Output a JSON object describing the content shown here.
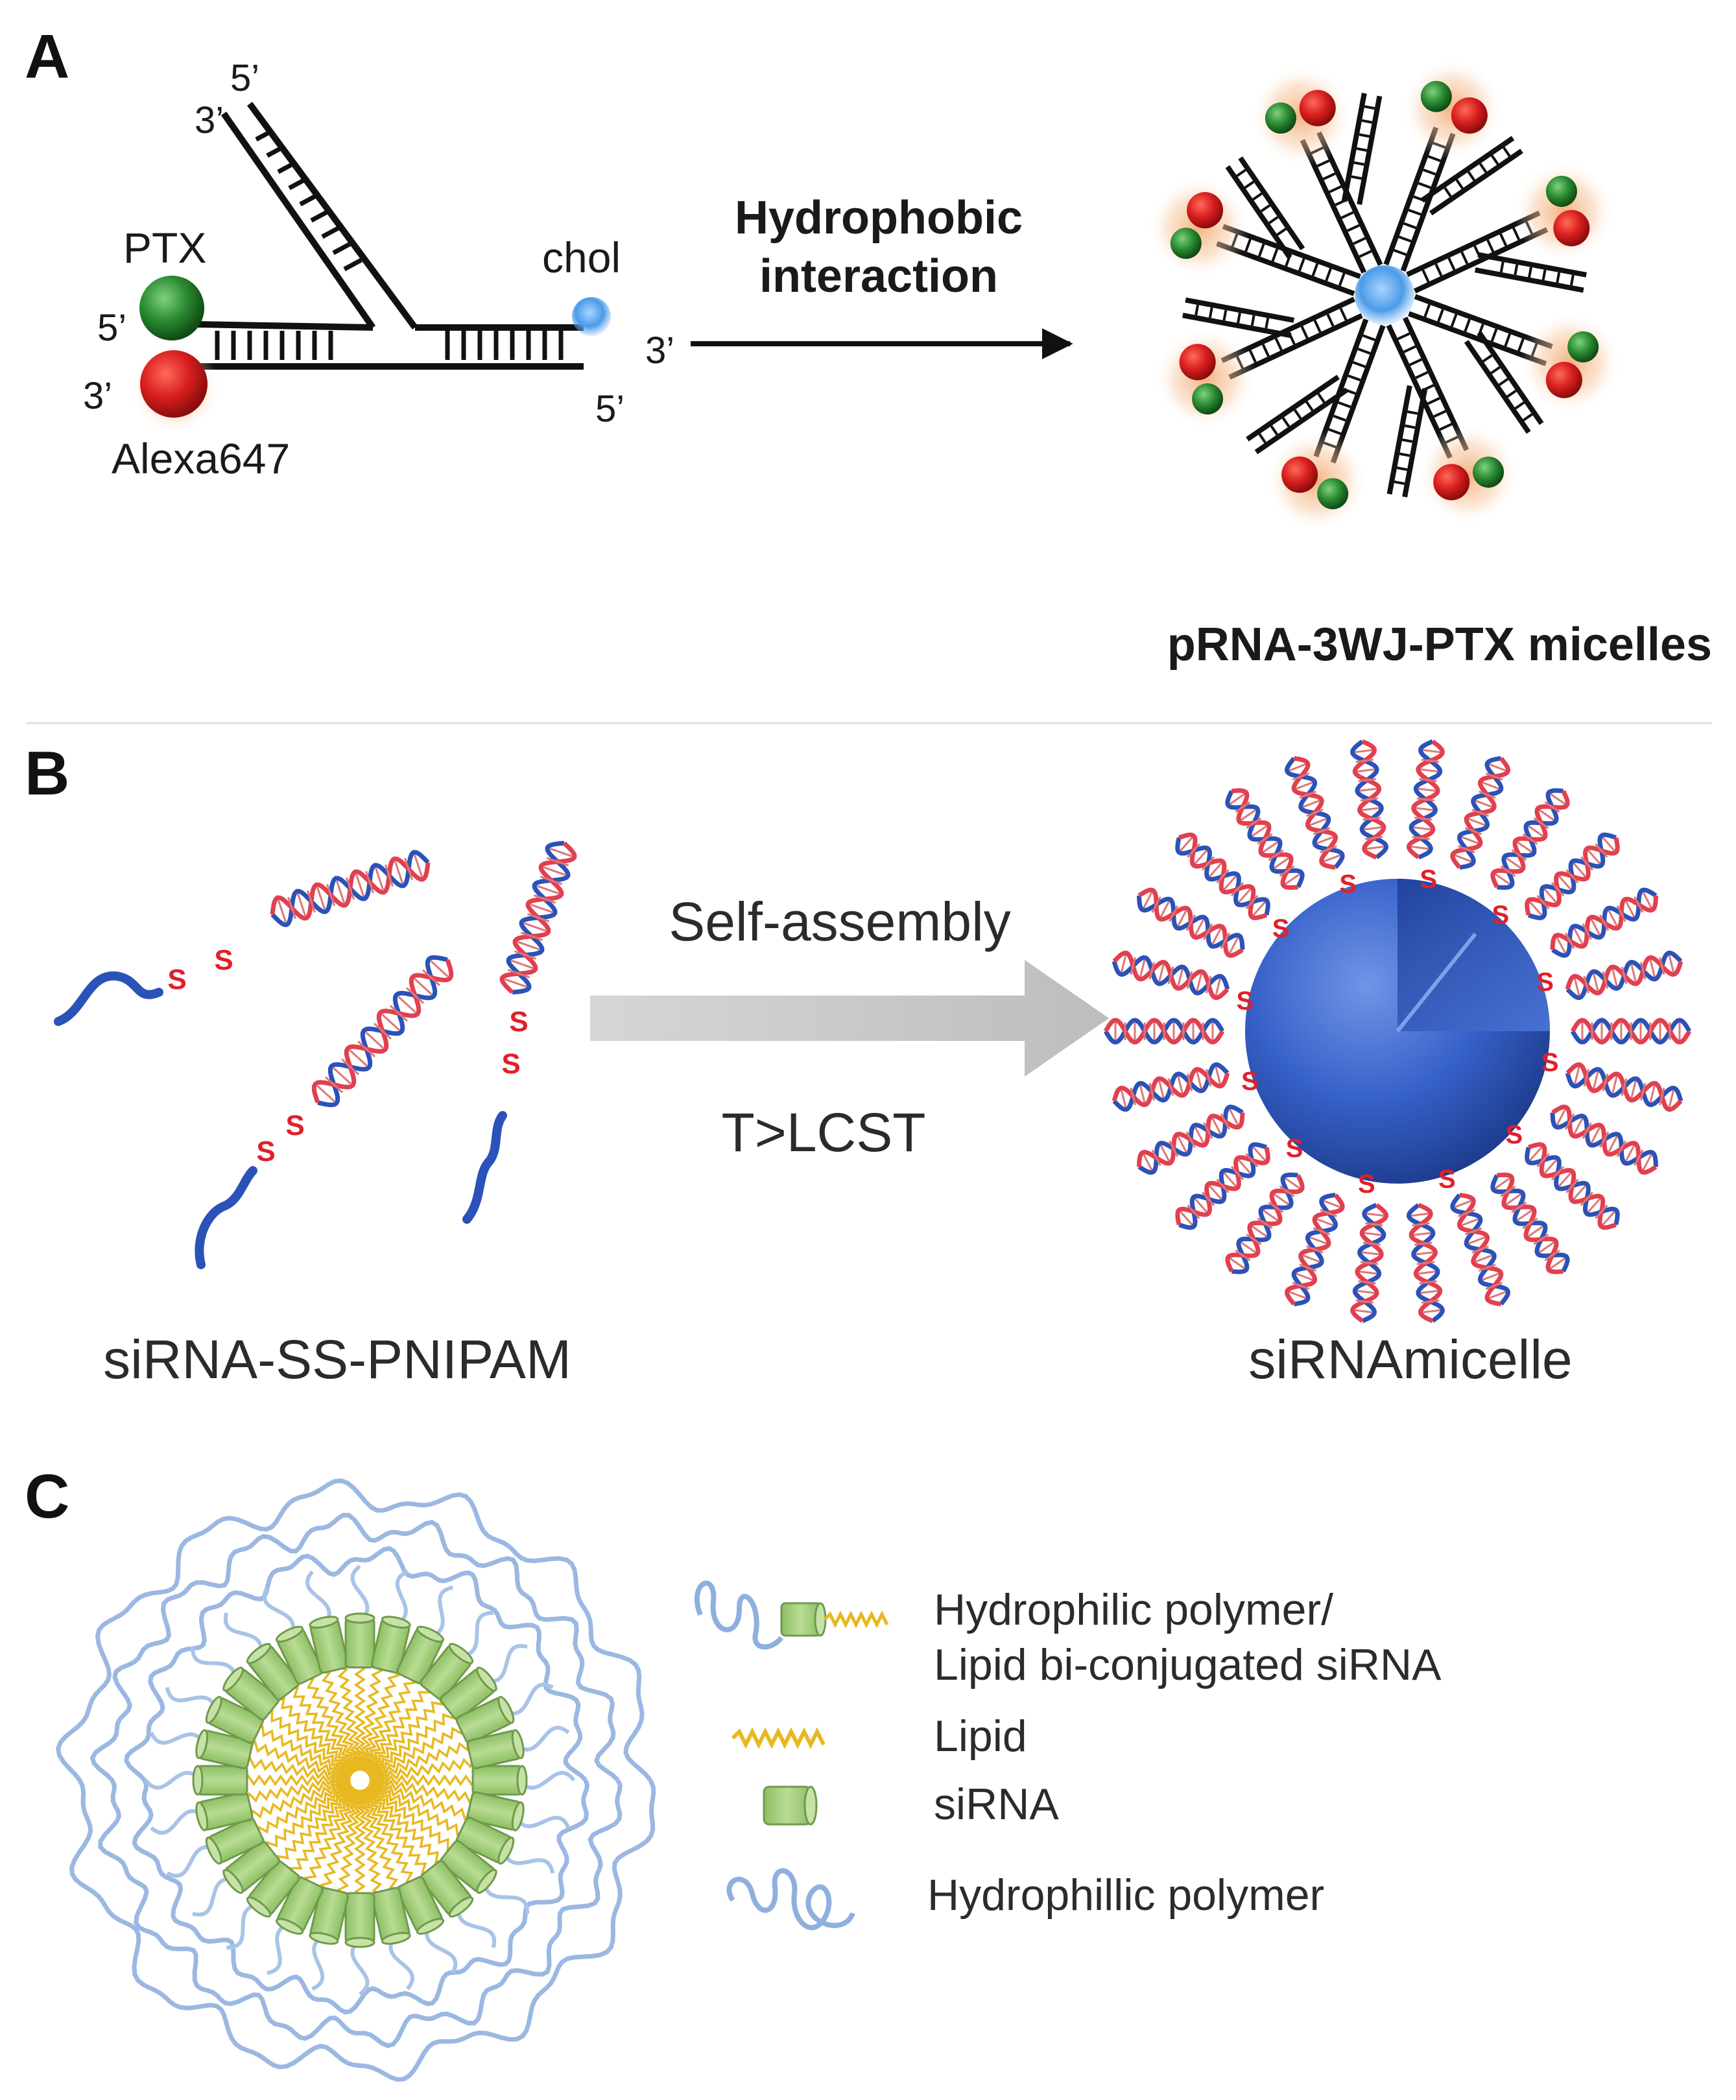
{
  "panels": {
    "a": {
      "letter": "A",
      "strand_ends": {
        "top_3": "3’",
        "top_5": "5’",
        "left_5": "5’",
        "left_3": "3’",
        "right_3": "3’",
        "right_5": "5’"
      },
      "ptx_label": "PTX",
      "alexa_label": "Alexa647",
      "chol_label": "chol",
      "arrow_label_line1": "Hydrophobic",
      "arrow_label_line2": "interaction",
      "product_label": "pRNA-3WJ-PTX micelles",
      "colors": {
        "ptx": "#1f7a2a",
        "alexa": "#d41f1f",
        "chol": "#4a90e2",
        "glow": "#f0a060"
      }
    },
    "b": {
      "letter": "B",
      "arrow_label_top": "Self-assembly",
      "arrow_label_bottom": "T>LCST",
      "left_label": "siRNA-SS-PNIPAM",
      "right_label": "siRNAmicelle",
      "disulfide_text": "S",
      "colors": {
        "rna_a": "#2a52b8",
        "rna_b": "#e04050",
        "arrow": "#c8c8c8",
        "core": "#2f5dc4"
      }
    },
    "c": {
      "letter": "C",
      "legend": [
        {
          "line1": "Hydrophilic polymer/",
          "line2": "Lipid bi-conjugated siRNA",
          "icon": "conjugate-icon"
        },
        {
          "line1": "Lipid",
          "icon": "lipid-icon"
        },
        {
          "line1": "siRNA",
          "icon": "sirna-icon"
        },
        {
          "line1": "Hydrophillic polymer",
          "icon": "polymer-icon"
        }
      ],
      "colors": {
        "lipid": "#e8b820",
        "sirna": "#a6cf7e",
        "polymer": "#8fb0df"
      }
    }
  }
}
